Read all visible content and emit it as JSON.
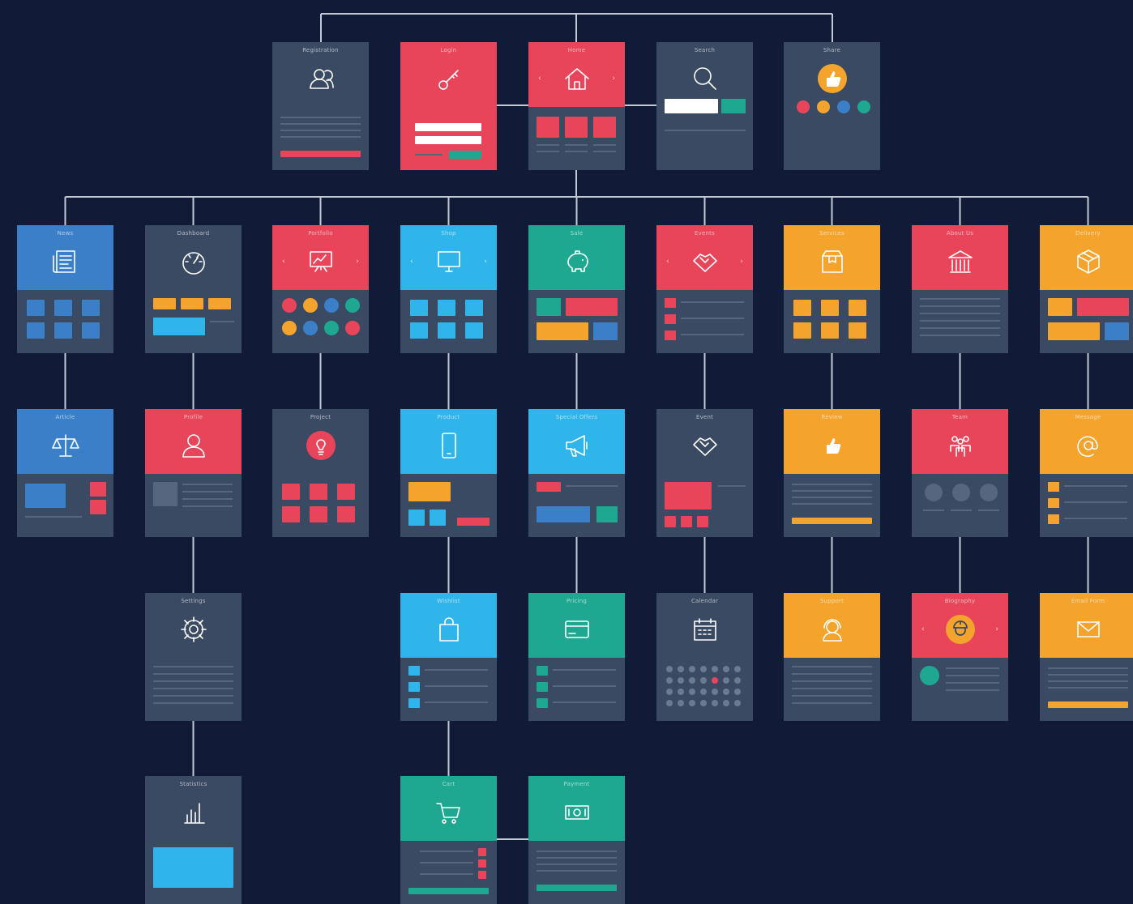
{
  "colors": {
    "background": "#111a36",
    "panel": "#3a4a63",
    "connector": "#c3cad6",
    "red": "#e8455a",
    "blue": "#3a7fc8",
    "cyan": "#2fb5ea",
    "teal": "#1ea891",
    "orange": "#f4a42d",
    "dark": "#3a4a63"
  },
  "nodes": [
    {
      "id": "registration",
      "title": "Registration",
      "color": "dark",
      "icon": "user-group-icon",
      "variant": "form"
    },
    {
      "id": "login",
      "title": "Login",
      "color": "red",
      "icon": "key-icon",
      "variant": "login"
    },
    {
      "id": "home",
      "title": "Home",
      "color": "red",
      "icon": "home-icon",
      "variant": "home"
    },
    {
      "id": "search",
      "title": "Search",
      "color": "dark",
      "icon": "search-icon",
      "variant": "search"
    },
    {
      "id": "share",
      "title": "Share",
      "color": "dark",
      "icon": "thumbs-up-icon",
      "variant": "share"
    },
    {
      "id": "news",
      "title": "News",
      "color": "blue",
      "icon": "newspaper-icon",
      "variant": "grid"
    },
    {
      "id": "dashboard",
      "title": "Dashboard",
      "color": "dark",
      "icon": "gauge-icon",
      "variant": "chart"
    },
    {
      "id": "portfolio",
      "title": "Portfolio",
      "color": "red",
      "icon": "presentation-icon",
      "variant": "dots"
    },
    {
      "id": "shop",
      "title": "Shop",
      "color": "cyan",
      "icon": "monitor-icon",
      "variant": "grid"
    },
    {
      "id": "sale",
      "title": "Sale",
      "color": "teal",
      "icon": "piggy-bank-icon",
      "variant": "mixed"
    },
    {
      "id": "events",
      "title": "Events",
      "color": "red",
      "icon": "handshake-icon",
      "variant": "list"
    },
    {
      "id": "services",
      "title": "Services",
      "color": "orange",
      "icon": "box-icon",
      "variant": "grid"
    },
    {
      "id": "about-us",
      "title": "About Us",
      "color": "red",
      "icon": "building-icon",
      "variant": "text"
    },
    {
      "id": "delivery",
      "title": "Delivery",
      "color": "orange",
      "icon": "package-icon",
      "variant": "mixed"
    },
    {
      "id": "article",
      "title": "Article",
      "color": "blue",
      "icon": "scales-icon",
      "variant": "article"
    },
    {
      "id": "profile",
      "title": "Profile",
      "color": "red",
      "icon": "person-icon",
      "variant": "profile"
    },
    {
      "id": "project",
      "title": "Project",
      "color": "dark",
      "icon": "lightbulb-icon",
      "variant": "grid"
    },
    {
      "id": "product",
      "title": "Product",
      "color": "cyan",
      "icon": "smartphone-icon",
      "variant": "product"
    },
    {
      "id": "special-offers",
      "title": "Special Offers",
      "color": "cyan",
      "icon": "megaphone-icon",
      "variant": "offer"
    },
    {
      "id": "event",
      "title": "Event",
      "color": "dark",
      "icon": "handshake-icon",
      "variant": "event"
    },
    {
      "id": "review",
      "title": "Review",
      "color": "orange",
      "icon": "thumbs-up-icon",
      "variant": "form"
    },
    {
      "id": "team",
      "title": "Team",
      "color": "red",
      "icon": "team-icon",
      "variant": "team"
    },
    {
      "id": "message",
      "title": "Message",
      "color": "orange",
      "icon": "at-sign-icon",
      "variant": "list"
    },
    {
      "id": "settings",
      "title": "Settings",
      "color": "dark",
      "icon": "gear-icon",
      "variant": "text"
    },
    {
      "id": "wishlist",
      "title": "Wishlist",
      "color": "cyan",
      "icon": "shopping-bag-icon",
      "variant": "list"
    },
    {
      "id": "pricing",
      "title": "Pricing",
      "color": "teal",
      "icon": "credit-card-icon",
      "variant": "list"
    },
    {
      "id": "calendar",
      "title": "Calendar",
      "color": "dark",
      "icon": "calendar-icon",
      "variant": "calendar"
    },
    {
      "id": "support",
      "title": "Support",
      "color": "orange",
      "icon": "headset-icon",
      "variant": "text"
    },
    {
      "id": "biography",
      "title": "Biography",
      "color": "red",
      "icon": "worker-icon",
      "variant": "bio"
    },
    {
      "id": "email-form",
      "title": "Email Form",
      "color": "orange",
      "icon": "envelope-icon",
      "variant": "form"
    },
    {
      "id": "statistics",
      "title": "Statistics",
      "color": "dark",
      "icon": "bar-chart-icon",
      "variant": "stats"
    },
    {
      "id": "cart",
      "title": "Cart",
      "color": "teal",
      "icon": "cart-icon",
      "variant": "cart"
    },
    {
      "id": "payment",
      "title": "Payment",
      "color": "teal",
      "icon": "money-icon",
      "variant": "form"
    }
  ]
}
